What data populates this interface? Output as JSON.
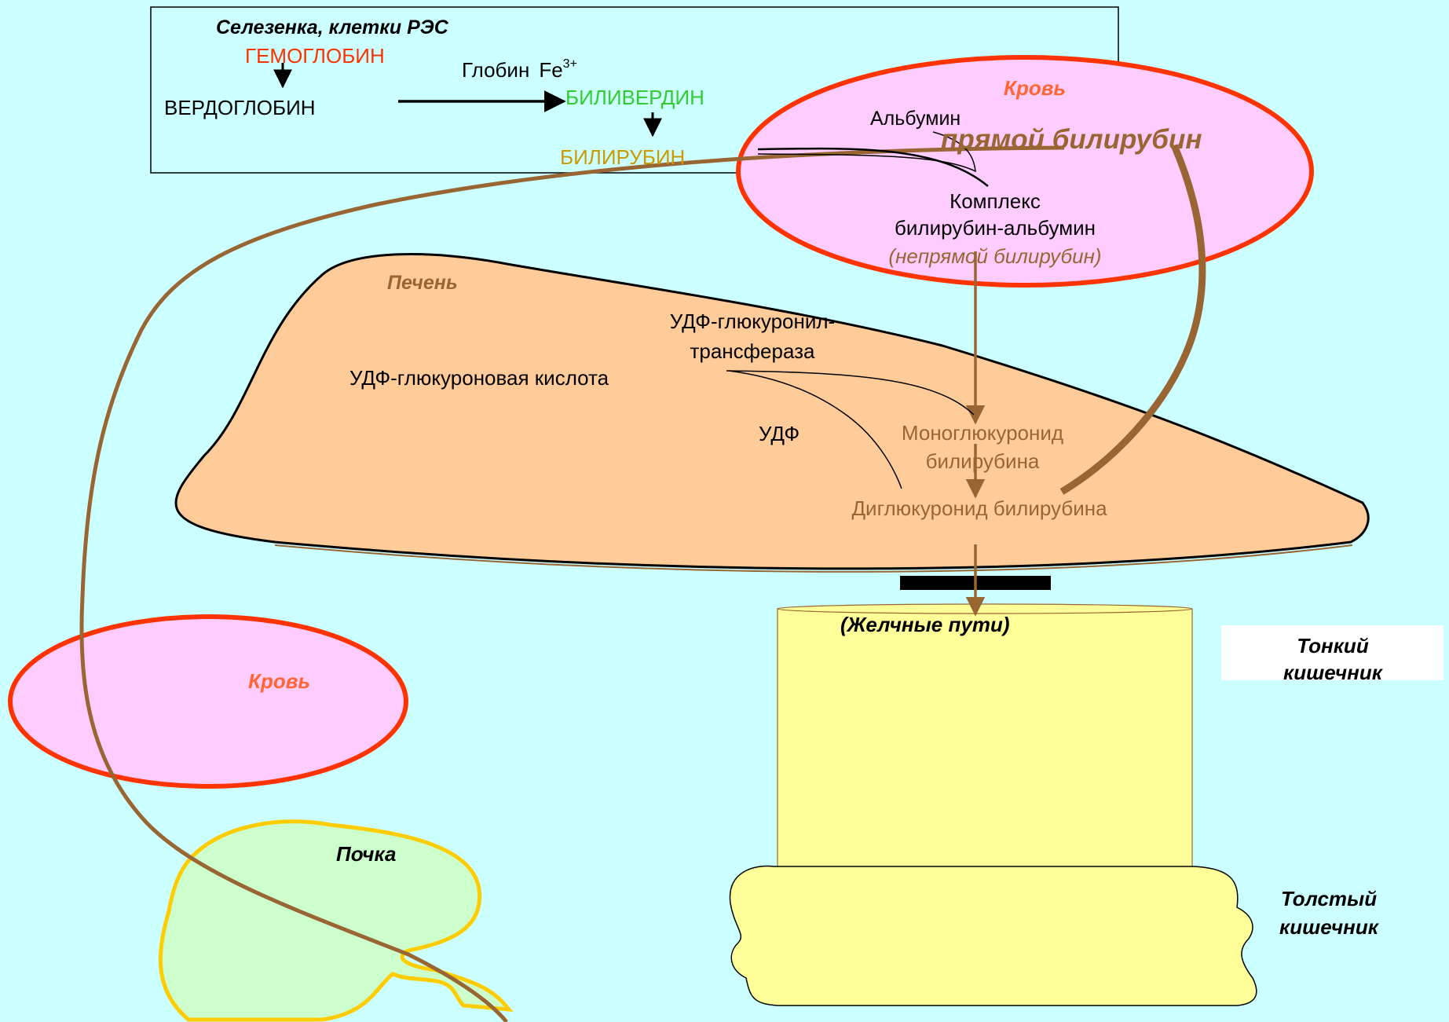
{
  "spleen": {
    "title": "Селезенка, клетки РЭС",
    "hemoglobin": "ГЕМОГЛОБИН",
    "verdoglobin": "ВЕРДОГЛОБИН",
    "globin": "Глобин",
    "iron": "Fe",
    "iron_charge": "3+",
    "biliverdin": "БИЛИВЕРДИН",
    "bilirubin": "БИЛИРУБИН"
  },
  "blood_top": {
    "title": "Кровь",
    "albumin": "Альбумин",
    "direct_bilirubin": "прямой билирубин",
    "complex_line1": "Комплекс",
    "complex_line2": "билирубин-альбумин",
    "indirect": "(непрямой билирубин)"
  },
  "liver": {
    "title": "Печень",
    "enzyme_line1": "УДФ-глюкуронил-",
    "enzyme_line2": "трансфераза",
    "udp_acid": "УДФ-глюкуроновая кислота",
    "udp": "УДФ",
    "mono_line1": "Моноглюкуронид",
    "mono_line2": "билирубина",
    "di": "Диглюкуронид билирубина"
  },
  "bile": {
    "label": "(Желчные пути)"
  },
  "intestine": {
    "small_line1": "Тонкий",
    "small_line2": "кишечник",
    "large_line1": "Толстый",
    "large_line2": "кишечник"
  },
  "blood_left": {
    "title": "Кровь"
  },
  "kidney": {
    "title": "Почка"
  },
  "colors": {
    "background": "#ccffff",
    "blood_fill": "#ffccff",
    "blood_stroke": "#ff3300",
    "liver_fill": "#ffcc99",
    "intestine_fill": "#ffff99",
    "kidney_fill": "#ccffcc",
    "kidney_stroke": "#ffcc00",
    "path_brown": "#996633",
    "red_text": "#ff3300",
    "green_text": "#33cc33",
    "gold_text": "#cc9900",
    "orange_text": "#ff6633"
  }
}
